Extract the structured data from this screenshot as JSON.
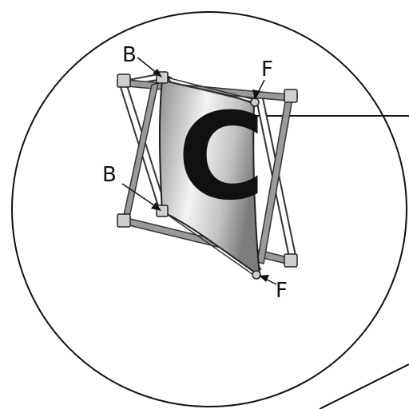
{
  "panel_letter": "C",
  "labels": {
    "b_upper": "B",
    "b_lower": "B",
    "f_upper": "F",
    "f_lower": "F"
  },
  "colors": {
    "line": "#111111",
    "frame": "#555555",
    "panel_light": "#f2f2f2",
    "panel_dark": "#8a8a8a"
  }
}
